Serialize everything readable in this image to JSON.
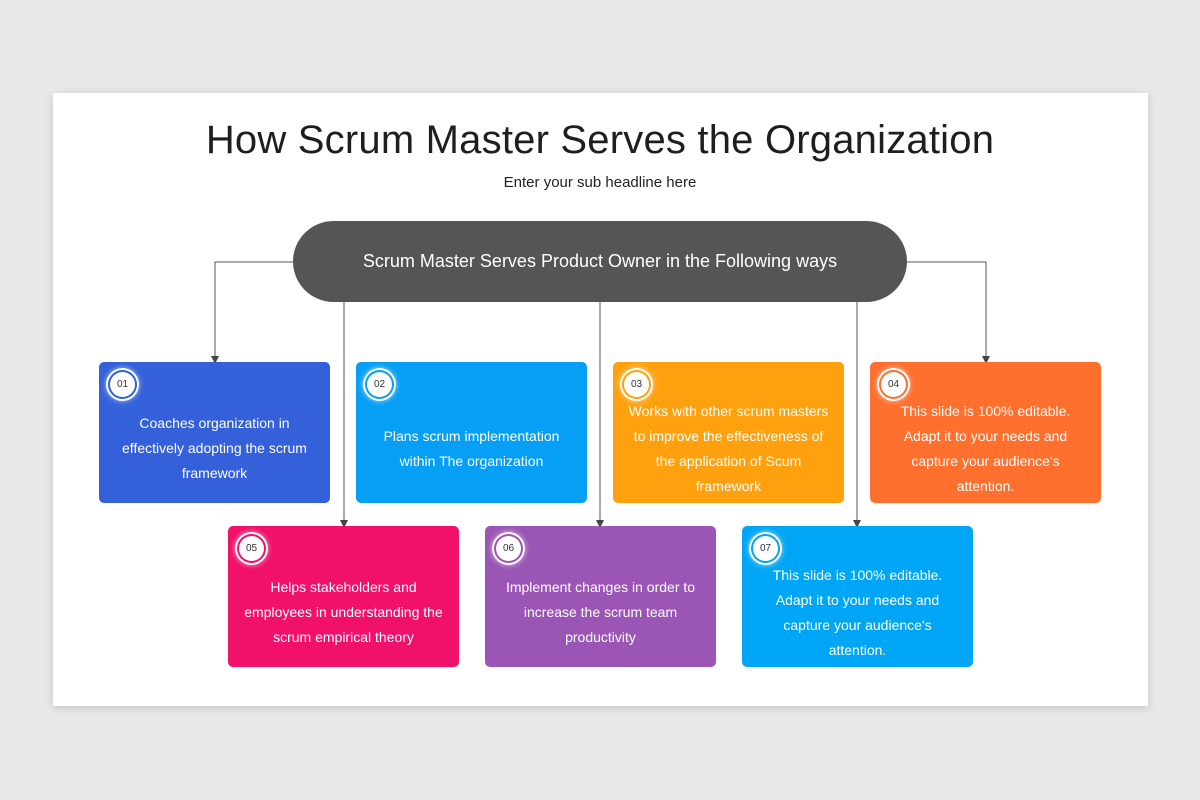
{
  "title": "How Scrum Master Serves the Organization",
  "subtitle": "Enter your sub headline here",
  "banner": {
    "text": "Scrum Master Serves Product Owner in the Following ways",
    "color": "#555555"
  },
  "cards": [
    {
      "number": "01",
      "text": "Coaches organization in effectively adopting the scrum framework",
      "color": "#3461d9",
      "ring": "#3461d9"
    },
    {
      "number": "02",
      "text": "Plans scrum implementation within The organization",
      "color": "#069ff5",
      "ring": "#069ff5"
    },
    {
      "number": "03",
      "text": "Works with other scrum masters to improve the effectiveness of the application of Scum framework",
      "color": "#ffa10f",
      "ring": "#ffa10f"
    },
    {
      "number": "04",
      "text": "This slide is 100% editable. Adapt it to your needs and capture your audience's attention.",
      "color": "#ff6f2e",
      "ring": "#ff6f2e"
    },
    {
      "number": "05",
      "text": "Helps stakeholders and employees in understanding the scrum empirical theory",
      "color": "#f1106a",
      "ring": "#f1106a"
    },
    {
      "number": "06",
      "text": "Implement changes in order to increase the scrum team productivity",
      "color": "#9b56b5",
      "ring": "#9b56b5"
    },
    {
      "number": "07",
      "text": "This slide is 100% editable. Adapt it to your needs and capture your audience's attention.",
      "color": "#00a6f6",
      "ring": "#00a6f6"
    }
  ]
}
